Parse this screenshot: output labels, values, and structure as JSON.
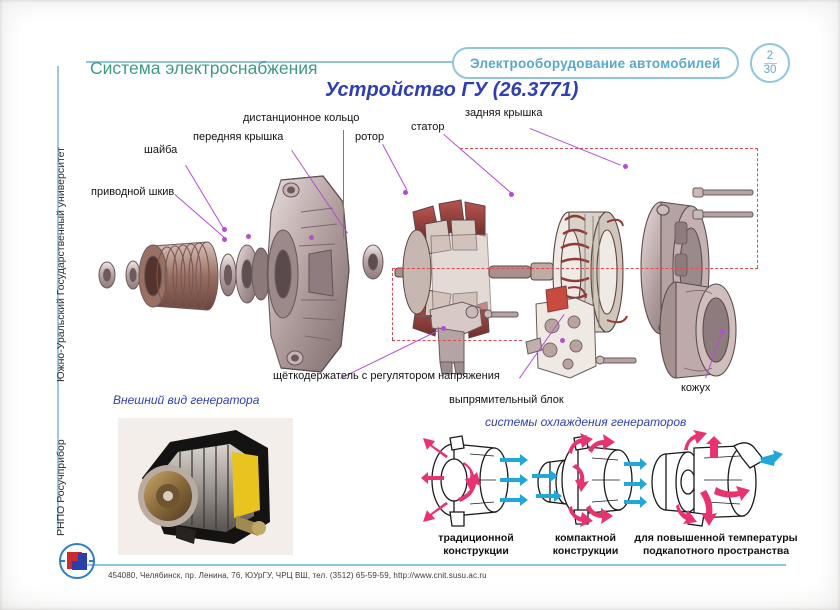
{
  "header": {
    "section_title": "Система электроснабжения",
    "course_title": "Электрооборудование автомобилей",
    "page_current": "2",
    "page_total": "30",
    "slide_title": "Устройство ГУ (26.3771)",
    "accent_blue": "#8fc6de",
    "title_blue": "#2f3fb0",
    "section_green": "#3f9b7d"
  },
  "sidebar": {
    "university": "Южно-Уральский Государственный университет",
    "organization": "РНПО Росучприбор"
  },
  "footer": {
    "contact": "454080, Челябинск, пр. Ленина, 76, ЮУрГУ, ЧРЦ ВШ, тел. (3512) 65-59-59, http://www.cnit.susu.ac.ru",
    "logo_red": "#cc2b2b",
    "logo_blue": "#2b3fa8",
    "logo_ring": "#2f7fc0"
  },
  "exploded_labels": {
    "pulley": "приводной шкив",
    "washer": "шайба",
    "front_cover": "передняя крышка",
    "spacer_ring": "дистанционное кольцо",
    "rotor": "ротор",
    "stator": "статор",
    "rear_cover": "задняя крышка",
    "brush_holder": "щёткодержатель с регулятором напряжения",
    "rectifier": "выпрямительный блок",
    "casing": "кожух"
  },
  "captions": {
    "external_view": "Внешний вид генератора",
    "cooling_systems": "системы охлаждения генераторов"
  },
  "cooling_variants": [
    {
      "line1": "традиционной",
      "line2": "конструкции"
    },
    {
      "line1": "компактной",
      "line2": "конструкции"
    },
    {
      "line1": "для повышенной температуры",
      "line2": "подкапотного пространства"
    }
  ],
  "airflow": {
    "intake_color": "#22a8d8",
    "exhaust_color": "#e8336e"
  },
  "annotation": {
    "leader_color": "#b24fd0",
    "frame_color": "#e0484f"
  }
}
